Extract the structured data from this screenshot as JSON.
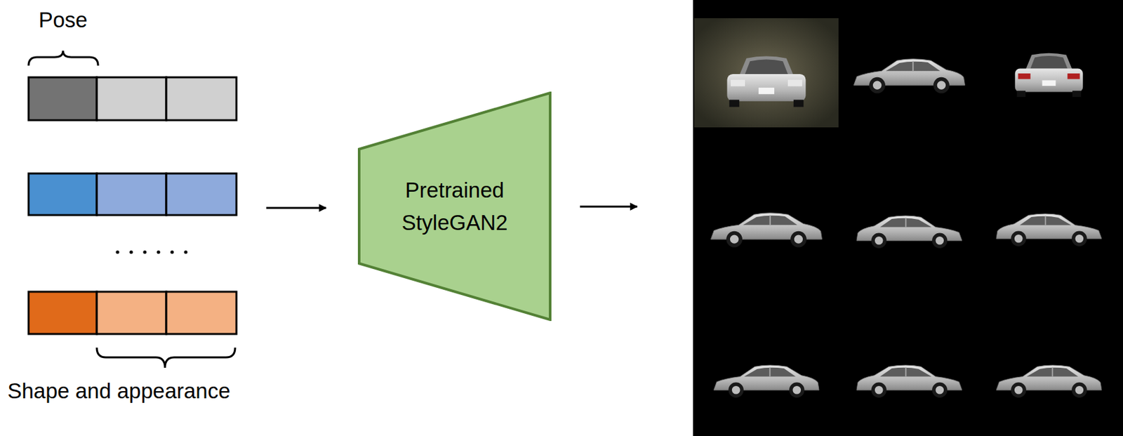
{
  "diagram": {
    "nodes": [
      {
        "text": [
          "Pretrained StyleGAN2"
        ]
      }
    ],
    "labels": [
      "Pose",
      "Shape and appearance"
    ]
  }
}
